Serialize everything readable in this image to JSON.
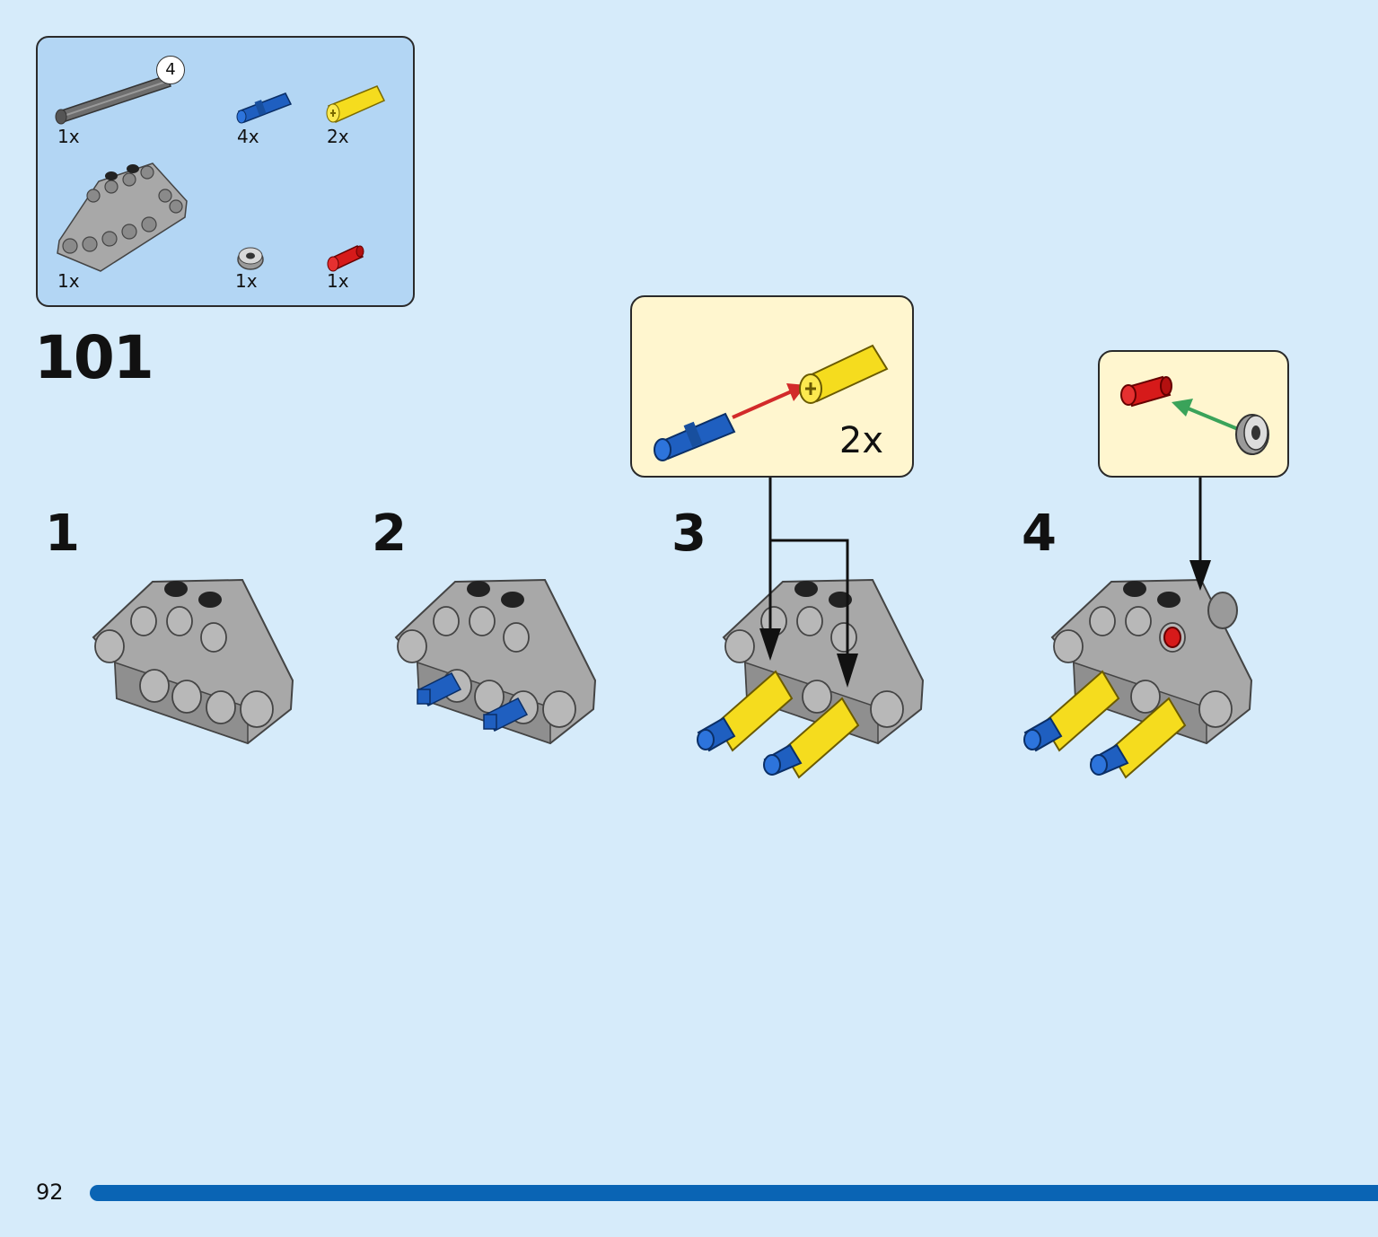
{
  "parts_list": {
    "axle_length_badge": "4",
    "items": [
      {
        "icon": "gray-axle-icon",
        "qty": "1x"
      },
      {
        "icon": "blue-axle-pin-icon",
        "qty": "4x"
      },
      {
        "icon": "yellow-axle-connector-icon",
        "qty": "2x"
      },
      {
        "icon": "gray-beam-frame-icon",
        "qty": "1x"
      },
      {
        "icon": "gray-bush-icon",
        "qty": "1x"
      },
      {
        "icon": "red-pin-icon",
        "qty": "1x"
      }
    ]
  },
  "build_number": "101",
  "steps": [
    {
      "number": "1"
    },
    {
      "number": "2"
    },
    {
      "number": "3",
      "callout_multiplier": "2x"
    },
    {
      "number": "4"
    }
  ],
  "page_number": "92",
  "colors": {
    "background": "#d6ebfa",
    "parts_panel": "#b3d6f4",
    "callout": "#fff6cf",
    "progress_bar": "#0a64b4",
    "lego_gray": "#a8a8a8",
    "lego_blue": "#1f5fc0",
    "lego_yellow": "#f5dc1e",
    "lego_red": "#d61a1a"
  }
}
